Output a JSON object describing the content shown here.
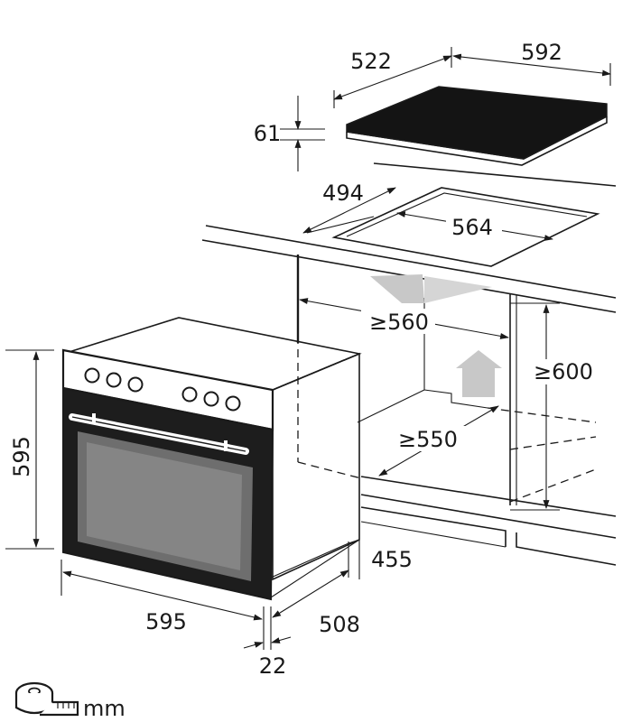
{
  "unit_label": "mm",
  "hob": {
    "depth": "522",
    "width": "592",
    "height": "61"
  },
  "cutout": {
    "depth": "494",
    "width": "564"
  },
  "cabinet": {
    "min_width": "≥560",
    "min_height": "≥600",
    "min_depth": "≥550"
  },
  "oven": {
    "height": "595",
    "width": "595",
    "depth": "508",
    "body_depth": "455",
    "front_projection": "22"
  },
  "icons": [
    "tape-measure-icon",
    "vent-arrow-icon"
  ],
  "colors": {
    "line": "#1a1a1a",
    "hob_glass": "#141414",
    "vent_arrow": "#c8c8c8",
    "oven_window": "#6e6e6e"
  }
}
